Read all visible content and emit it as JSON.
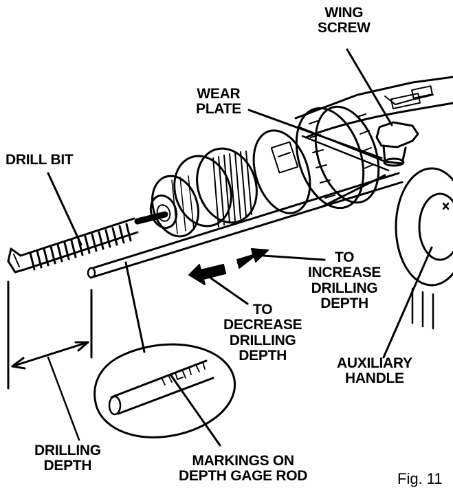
{
  "labels": {
    "wing_screw": [
      "WING",
      "SCREW"
    ],
    "wear_plate": [
      "WEAR",
      "PLATE"
    ],
    "drill_bit": [
      "DRILL BIT"
    ],
    "increase": [
      "TO",
      "INCREASE",
      "DRILLING",
      "DEPTH"
    ],
    "decrease": [
      "TO",
      "DECREASE",
      "DRILLING",
      "DEPTH"
    ],
    "auxiliary_handle": [
      "AUXILIARY",
      "HANDLE"
    ],
    "drilling_depth": [
      "DRILLING",
      "DEPTH"
    ],
    "markings": [
      "MARKINGS ON",
      "DEPTH GAGE ROD"
    ]
  },
  "figure": "Fig. 11"
}
